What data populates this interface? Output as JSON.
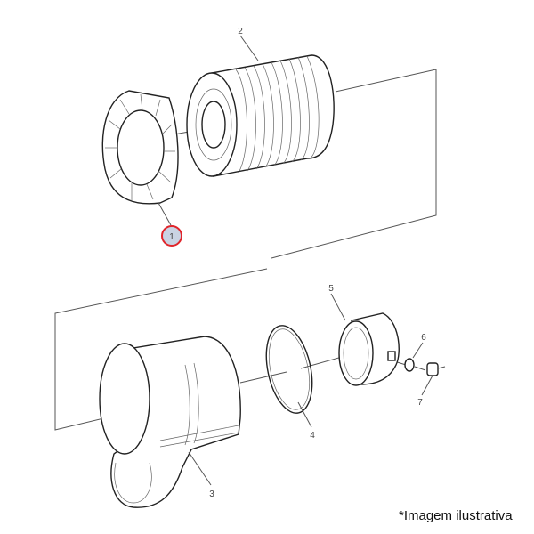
{
  "diagram": {
    "callouts": [
      {
        "number": "1",
        "highlighted": true
      },
      {
        "number": "2"
      },
      {
        "number": "3"
      },
      {
        "number": "4"
      },
      {
        "number": "5"
      },
      {
        "number": "6"
      },
      {
        "number": "7"
      }
    ],
    "highlight_color": "#e0252b",
    "highlight_fill": "#c9d3e3"
  },
  "caption": "*Imagem ilustrativa"
}
